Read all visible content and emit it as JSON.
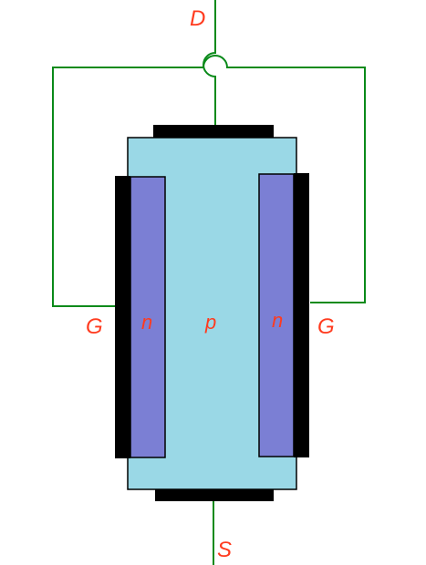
{
  "labels": {
    "drain": "D",
    "source": "S",
    "gate_left": "G",
    "gate_right": "G",
    "n_left": "n",
    "n_right": "n",
    "p_channel": "p"
  },
  "colors": {
    "wire": "#0a8a1a",
    "label": "#ff3b1f",
    "p_region": "#9ad8e6",
    "n_region": "#7b7fd4",
    "contact": "#000000"
  }
}
